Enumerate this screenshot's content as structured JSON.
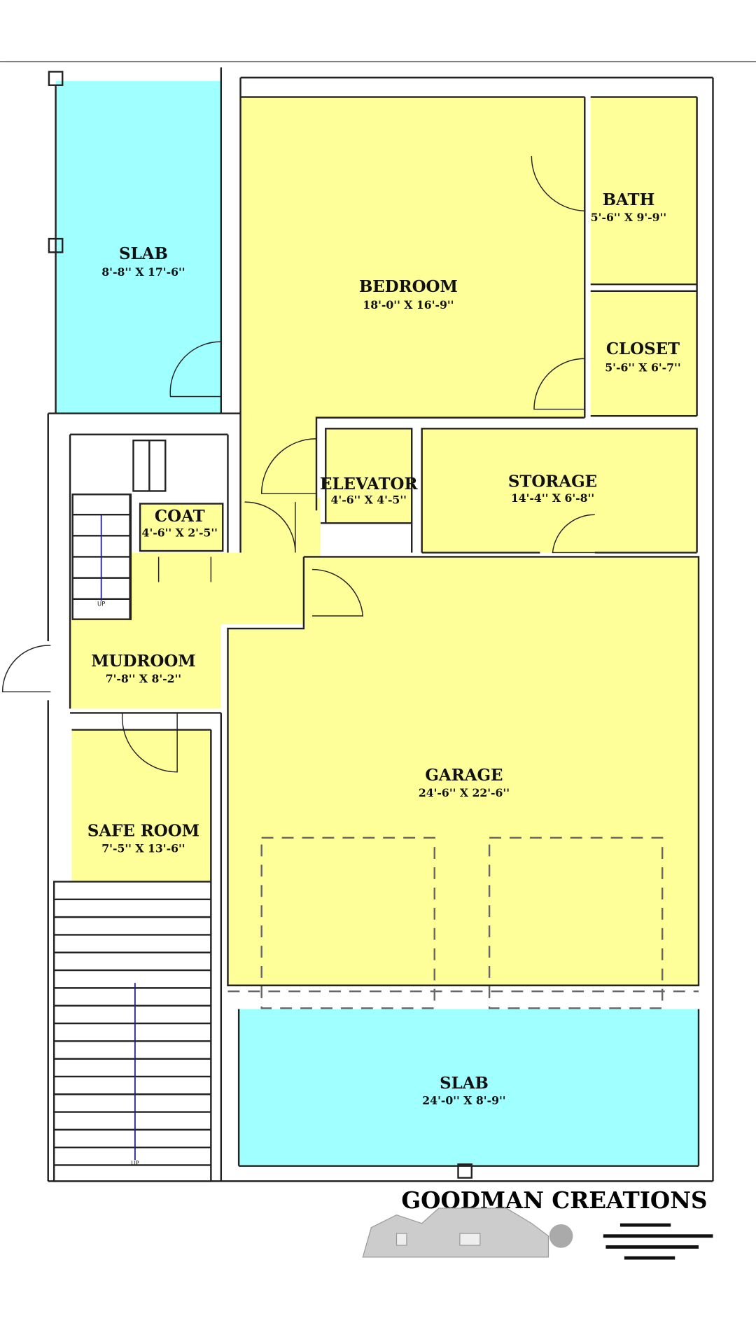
{
  "colors": {
    "room": "#ffff99",
    "slab": "#a0ffff",
    "wall": "#222222"
  },
  "rooms": {
    "slab_side": {
      "name": "SLAB",
      "size": "8'-8'' X 17'-6''"
    },
    "bedroom": {
      "name": "BEDROOM",
      "size": "18'-0'' X 16'-9''"
    },
    "bath": {
      "name": "BATH",
      "size": "5'-6'' X 9'-9''"
    },
    "closet": {
      "name": "CLOSET",
      "size": "5'-6'' X 6'-7''"
    },
    "elevator": {
      "name": "ELEVATOR",
      "size": "4'-6'' X 4'-5''"
    },
    "storage": {
      "name": "STORAGE",
      "size": "14'-4'' X 6'-8''"
    },
    "coat": {
      "name": "COAT",
      "size": "4'-6'' X 2'-5''"
    },
    "mudroom": {
      "name": "MUDROOM",
      "size": "7'-8'' X 8'-2''"
    },
    "safe_room": {
      "name": "SAFE ROOM",
      "size": "7'-5'' X 13'-6''"
    },
    "garage": {
      "name": "GARAGE",
      "size": "24'-6'' X 22'-6''"
    },
    "slab_front": {
      "name": "SLAB",
      "size": "24'-0'' X 8'-9''"
    }
  },
  "stairs": {
    "up_label": "UP"
  },
  "logo": {
    "title": "GOODMAN CREATIONS"
  }
}
